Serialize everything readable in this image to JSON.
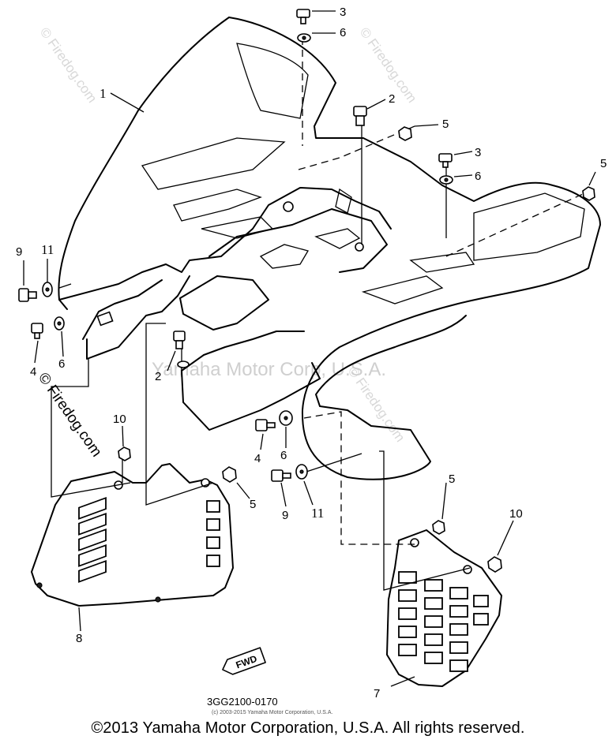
{
  "diagram": {
    "callouts": [
      {
        "id": "c1",
        "text": "1"
      },
      {
        "id": "c2a",
        "text": "2"
      },
      {
        "id": "c2b",
        "text": "2"
      },
      {
        "id": "c3a",
        "text": "3"
      },
      {
        "id": "c3b",
        "text": "3"
      },
      {
        "id": "c4a",
        "text": "4"
      },
      {
        "id": "c4b",
        "text": "4"
      },
      {
        "id": "c5a",
        "text": "5"
      },
      {
        "id": "c5b",
        "text": "5"
      },
      {
        "id": "c5c",
        "text": "5"
      },
      {
        "id": "c5d",
        "text": "5"
      },
      {
        "id": "c6a",
        "text": "6"
      },
      {
        "id": "c6b",
        "text": "6"
      },
      {
        "id": "c6c",
        "text": "6"
      },
      {
        "id": "c6d",
        "text": "6"
      },
      {
        "id": "c7",
        "text": "7"
      },
      {
        "id": "c8",
        "text": "8"
      },
      {
        "id": "c9a",
        "text": "9"
      },
      {
        "id": "c9b",
        "text": "9"
      },
      {
        "id": "c10a",
        "text": "10"
      },
      {
        "id": "c10b",
        "text": "10"
      },
      {
        "id": "c11a",
        "text": "11"
      },
      {
        "id": "c11b",
        "text": "11"
      }
    ],
    "fwd_label": "FWD",
    "part_code": "3GG2100-0170",
    "small_copyright": "(c) 2003-2015 Yamaha Motor Corporation, U.S.A.",
    "watermarks": {
      "firedog": "© Firedog.com",
      "yamaha": "Yamaha Motor Corp, U.S.A."
    }
  },
  "footer": {
    "copyright": "©2013 Yamaha Motor Corporation, U.S.A. All rights reserved."
  }
}
